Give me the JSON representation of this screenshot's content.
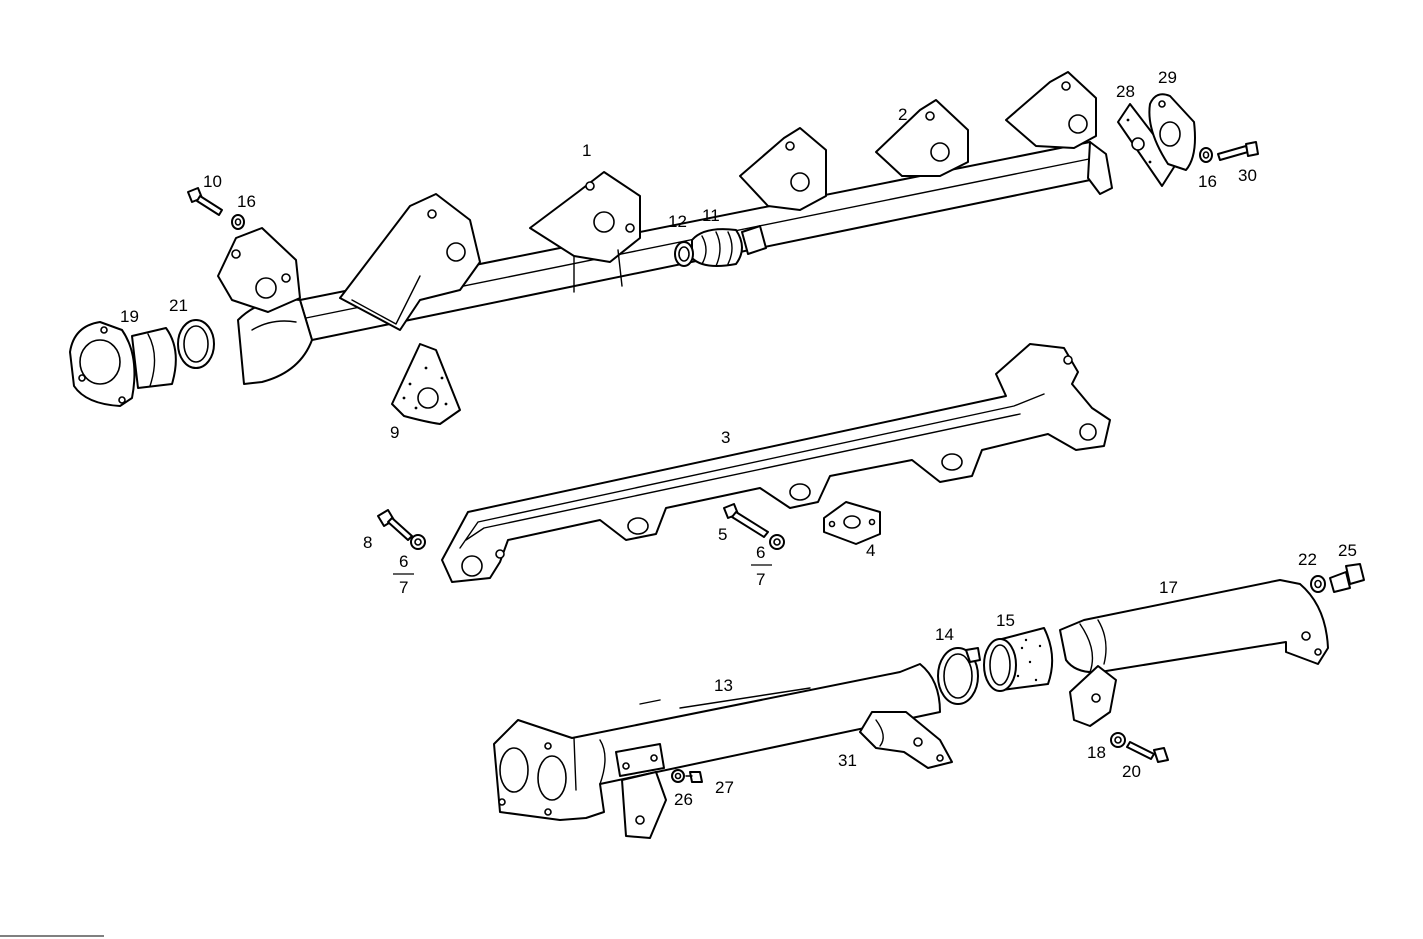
{
  "callouts": {
    "c1": "1",
    "c2": "2",
    "c3": "3",
    "c4": "4",
    "c5": "5",
    "c6a": "6",
    "c7a": "7",
    "c6b": "6",
    "c7b": "7",
    "c8": "8",
    "c9": "9",
    "c10": "10",
    "c11": "11",
    "c12": "12",
    "c13": "13",
    "c14": "14",
    "c15": "15",
    "c16a": "16",
    "c16b": "16",
    "c17": "17",
    "c18": "18",
    "c19": "19",
    "c20": "20",
    "c21": "21",
    "c22": "22",
    "c25": "25",
    "c26": "26",
    "c27": "27",
    "c28": "28",
    "c29": "29",
    "c30": "30",
    "c31": "31"
  }
}
